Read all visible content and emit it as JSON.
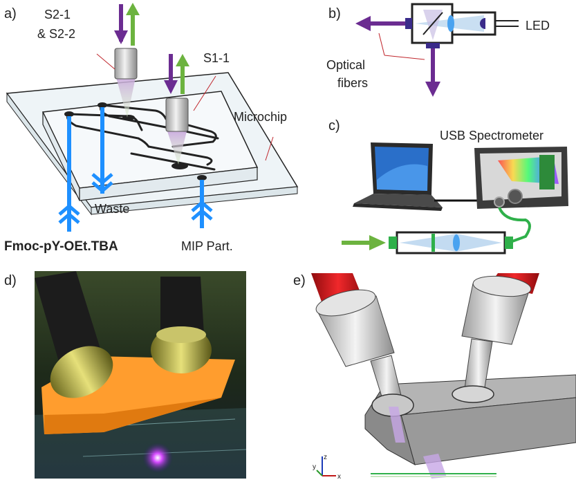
{
  "panels": {
    "a": {
      "letter": "a)",
      "beam_top_label_1": "S2-1",
      "beam_top_label_2": "& S2-2",
      "beam_right_label": "S1-1",
      "chip_label": "Microchip",
      "waste_label": "Waste",
      "left_inlet_label": "Fmoc-pY-OEt.TBA",
      "right_inlet_label": "MIP Part."
    },
    "b": {
      "letter": "b)",
      "led_label": "LED",
      "fibers_label_1": "Optical",
      "fibers_label_2": "fibers"
    },
    "c": {
      "letter": "c)",
      "spectrometer_label": "USB Spectrometer"
    },
    "d": {
      "letter": "d)"
    },
    "e": {
      "letter": "e)",
      "axis_z": "z",
      "axis_y": "y",
      "axis_x": "x"
    }
  },
  "colors": {
    "purple": "#6b2c91",
    "green": "#6cb33f",
    "blue": "#1e90ff",
    "chip_fill": "#eef4f7",
    "orange": "#ff9d2e",
    "red_tube": "#d8161a",
    "grey_block": "#9a9a9a"
  }
}
